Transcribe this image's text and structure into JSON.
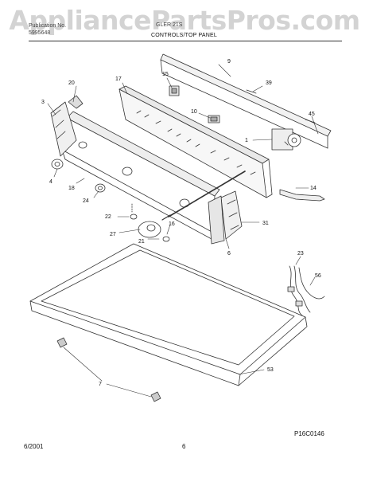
{
  "watermark": "AppliancePartsPros.com",
  "header": {
    "brand_lines": [
      "Publication No.",
      "5995648"
    ],
    "model": "GLER 21S",
    "section": "CONTROLS/TOP PANEL"
  },
  "footer": {
    "date": "6/2001",
    "page": "6"
  },
  "figure_code": "P16C0146",
  "callouts": [
    {
      "id": "c1",
      "label": "1"
    },
    {
      "id": "c3",
      "label": "3"
    },
    {
      "id": "c4",
      "label": "4"
    },
    {
      "id": "c6",
      "label": "6"
    },
    {
      "id": "c7",
      "label": "7"
    },
    {
      "id": "c9",
      "label": "9"
    },
    {
      "id": "c10",
      "label": "10"
    },
    {
      "id": "c14",
      "label": "14"
    },
    {
      "id": "c15",
      "label": "15"
    },
    {
      "id": "c16",
      "label": "16"
    },
    {
      "id": "c17",
      "label": "17"
    },
    {
      "id": "c18",
      "label": "18"
    },
    {
      "id": "c20",
      "label": "20"
    },
    {
      "id": "c21",
      "label": "21"
    },
    {
      "id": "c22",
      "label": "22"
    },
    {
      "id": "c23",
      "label": "23"
    },
    {
      "id": "c24",
      "label": "24"
    },
    {
      "id": "c27",
      "label": "27"
    },
    {
      "id": "c31",
      "label": "31"
    },
    {
      "id": "c39",
      "label": "39"
    },
    {
      "id": "c45",
      "label": "45"
    },
    {
      "id": "c53",
      "label": "53"
    },
    {
      "id": "c56",
      "label": "56"
    }
  ]
}
